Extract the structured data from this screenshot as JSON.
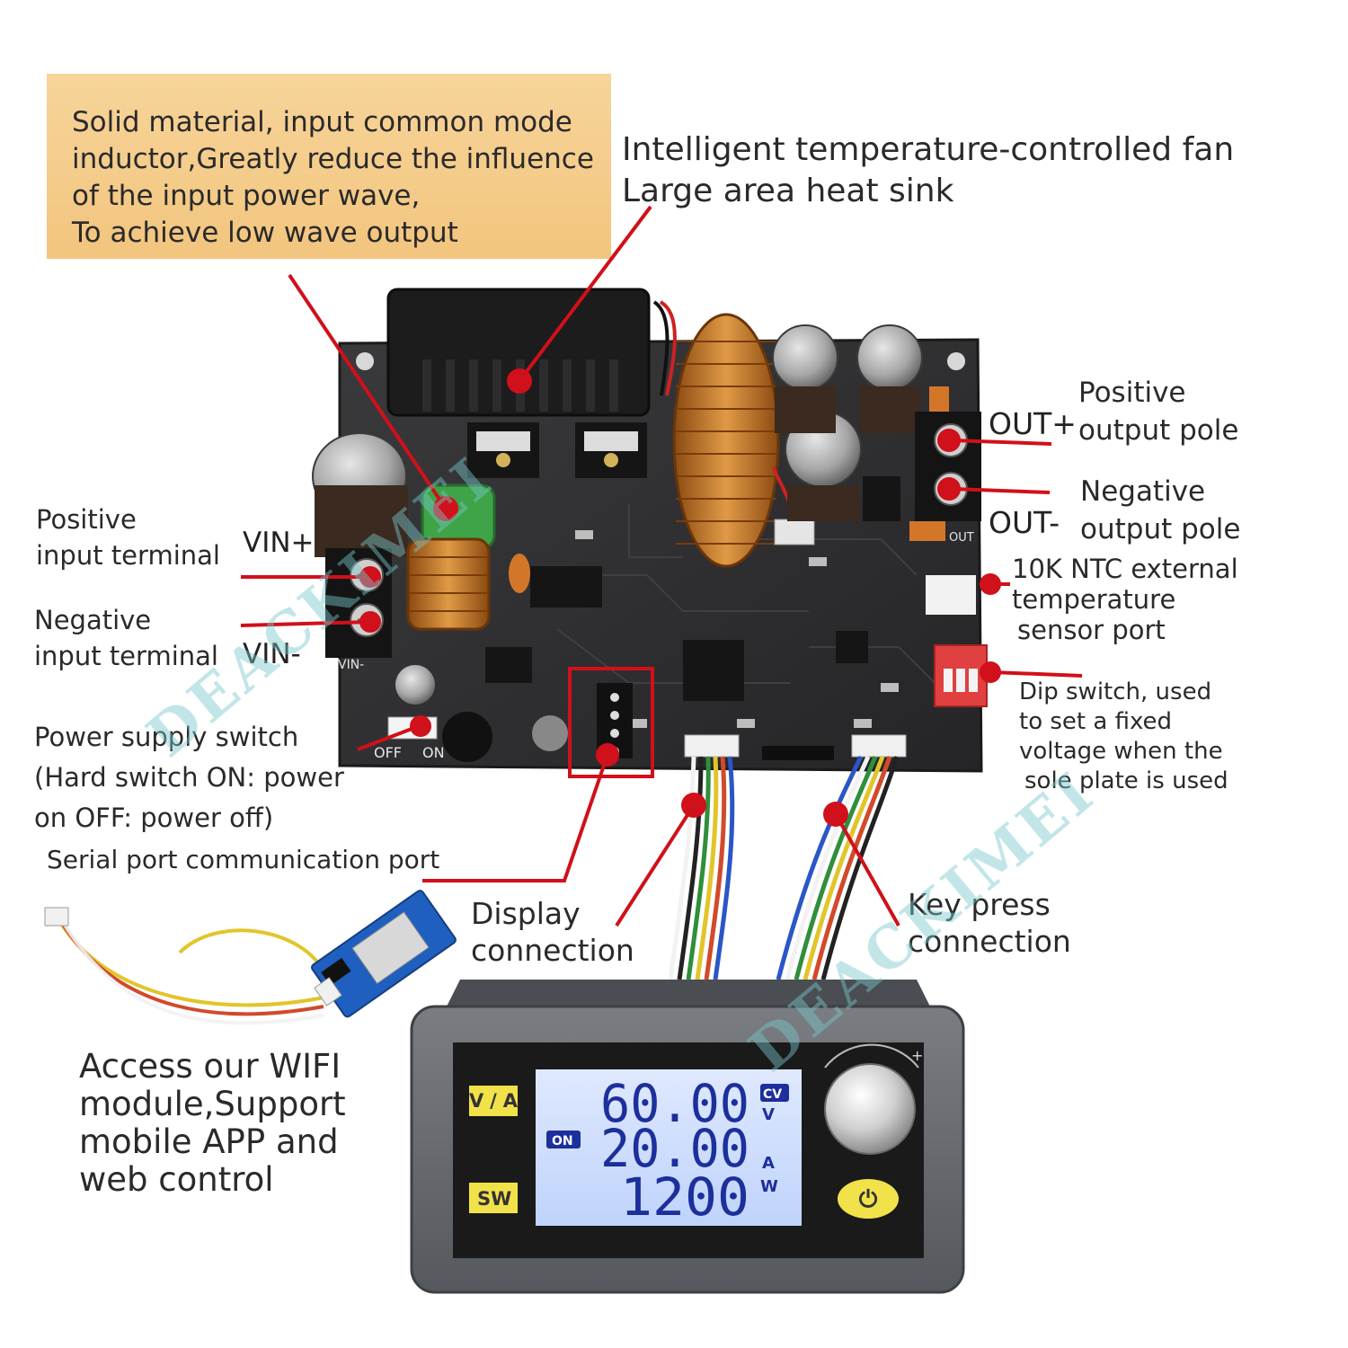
{
  "colors": {
    "callout_line": "#d0101a",
    "highlight_box": "#f4c98a",
    "pcb": "#2e2e30",
    "lcd_screen": "#cfe0ff",
    "lcd_digits": "#1c2f9c",
    "panel": "#6c6f74",
    "button_yellow": "#f2e24a",
    "watermark": "#7cc8cc"
  },
  "watermark": "DEACKIMEI",
  "callouts": {
    "inductor": {
      "lines": [
        "Solid material, input common mode",
        "inductor,Greatly reduce the influence",
        "of the input power wave,",
        "To achieve low wave output"
      ]
    },
    "fan": {
      "lines": [
        "Intelligent temperature-controlled fan",
        "Large area heat sink"
      ]
    },
    "positive_output": {
      "terminal_label": "OUT+",
      "lines": [
        "Positive",
        "output pole"
      ]
    },
    "negative_output": {
      "terminal_label": "OUT-",
      "lines": [
        "Negative",
        "output pole"
      ]
    },
    "ntc_port": {
      "lines": [
        "10K NTC external",
        "temperature",
        "sensor port"
      ]
    },
    "dip_switch": {
      "lines": [
        "Dip switch, used",
        "to set a fixed",
        "voltage when the",
        "sole plate is used"
      ]
    },
    "positive_input": {
      "terminal_label": "VIN+",
      "lines": [
        "Positive",
        "input terminal"
      ]
    },
    "negative_input": {
      "terminal_label": "VIN-",
      "lines": [
        "Negative",
        "input terminal"
      ]
    },
    "power_switch": {
      "lines": [
        "Power supply switch",
        "(Hard switch ON: power",
        "on OFF: power off)"
      ]
    },
    "serial_port": {
      "lines": [
        "Serial port communication port"
      ]
    },
    "display_connection": {
      "lines": [
        "Display",
        "connection"
      ]
    },
    "key_press": {
      "lines": [
        "Key press",
        "connection"
      ]
    },
    "wifi_module": {
      "lines": [
        "Access our WIFI",
        "module,Support",
        "mobile APP and",
        "web control"
      ]
    }
  },
  "board_labels": {
    "switch_off": "OFF",
    "switch_on": "ON",
    "vin_minus_silk": "VIN-",
    "out_silk": "OUT"
  },
  "display": {
    "va_button": "V/A",
    "sw_button": "SW",
    "cv_badge": "CV",
    "on_badge": "ON",
    "voltage": "60.00",
    "voltage_unit": "V",
    "current": "20.00",
    "current_unit": "A",
    "power": "1200",
    "power_unit": "W",
    "knob_plus": "+",
    "power_symbol": "⏻"
  }
}
